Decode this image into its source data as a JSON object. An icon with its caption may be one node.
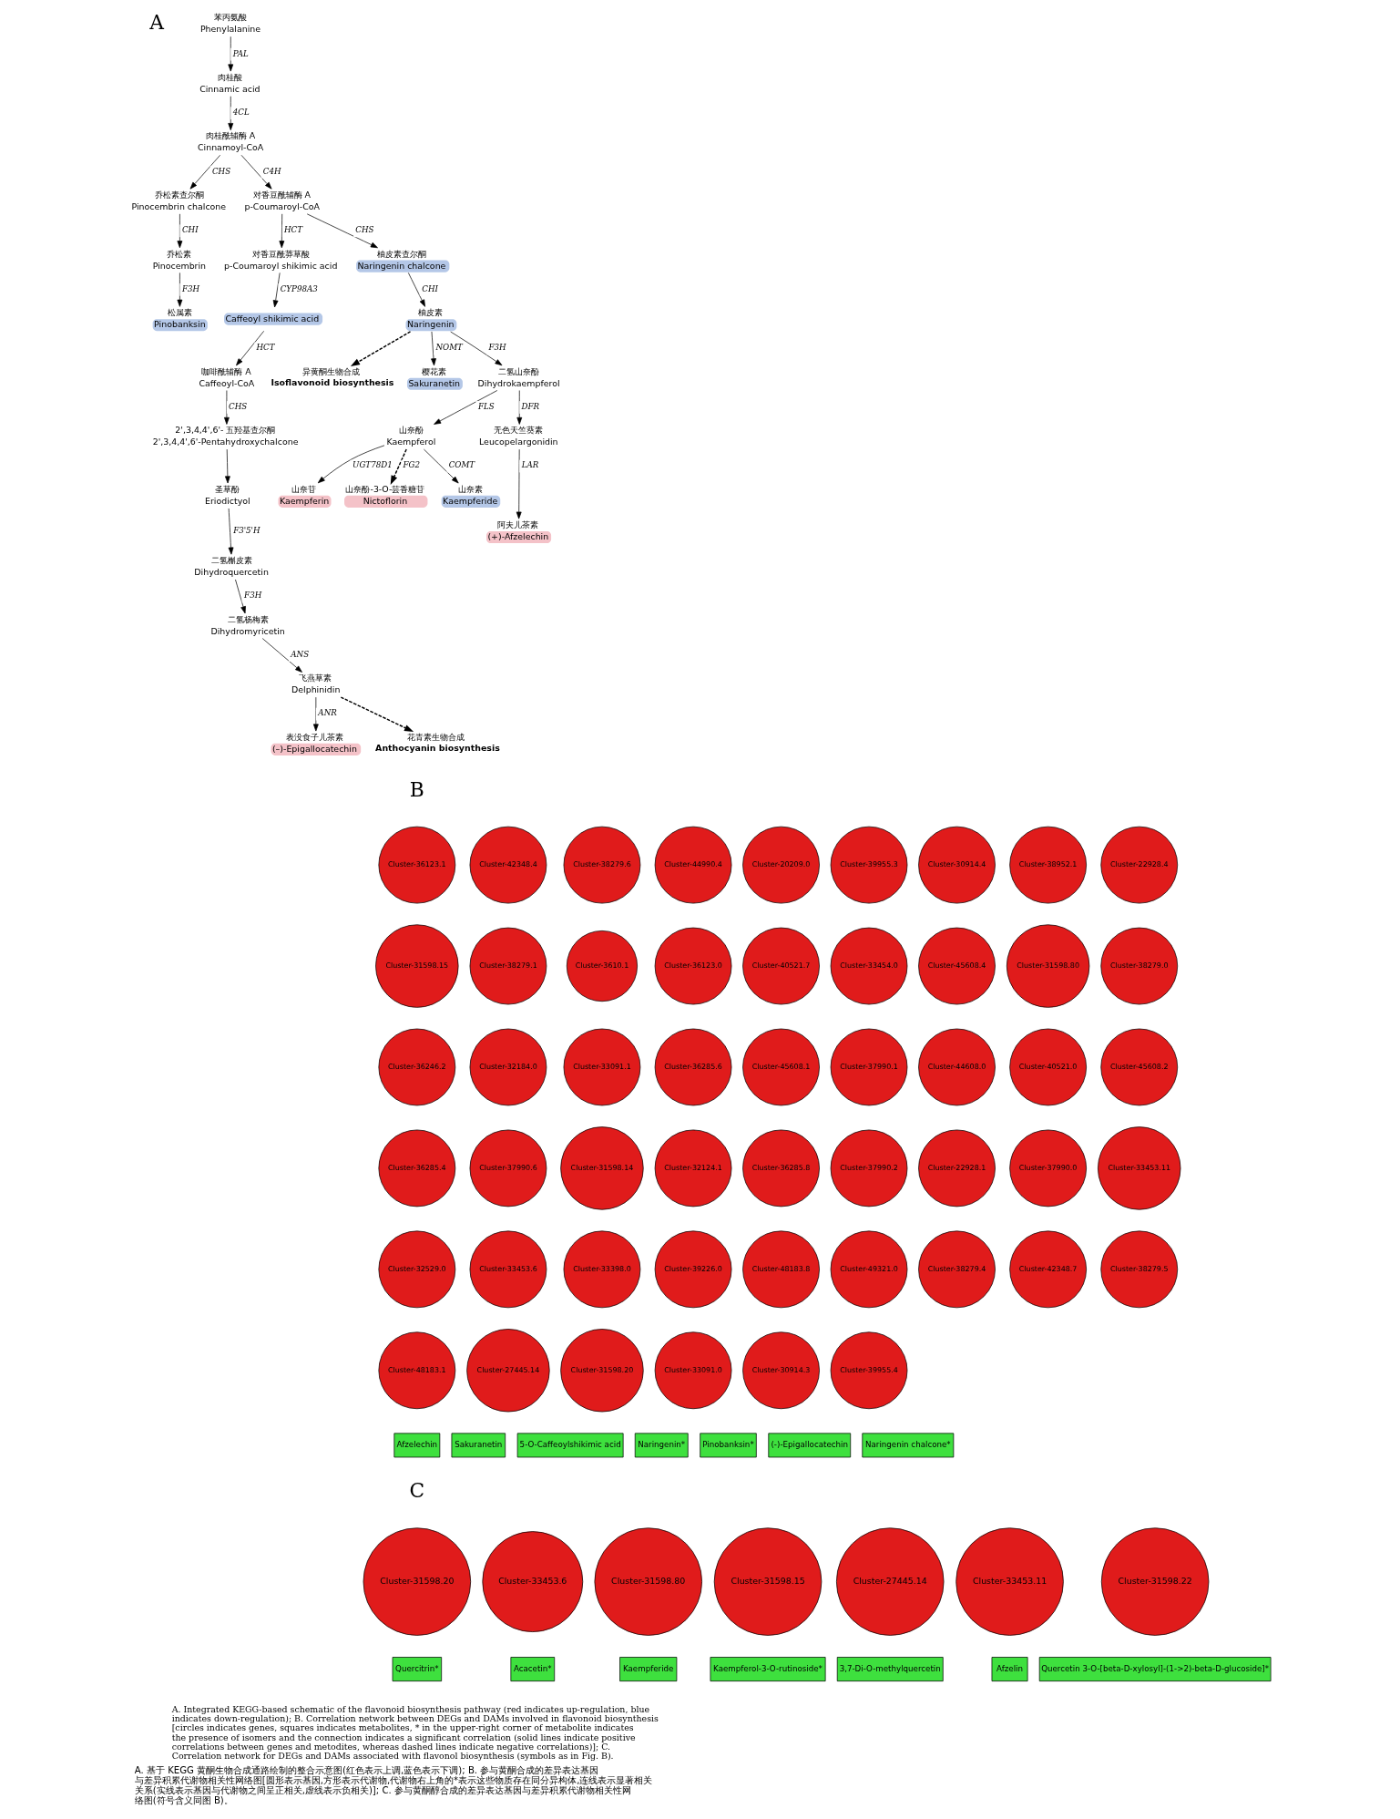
{
  "diagram": {
    "caption": "A. 基于 KEGG 黄酮生物合成通路绘制的整合示意图(红色表示上调,蓝色表示下调); B. 参与黄酮合成的差异表达基因与差异积累代谢物相关性网络图[圆形表示基因,方形表示代谢物,代谢物右上角的*表示这些物质存在同分异构体,连线表示显著相关关系(实线表示基因与代谢物之间呈正相关,虚线表示负相关)]; C. 参与黄酮醇合成的差异表达基因与差异积累代谢物相关性网络图(符号含义同图 B)。",
    "nodes": [
      {
        "text": [
          "苯丙氨酸",
          "Phenylalanine"
        ]
      },
      {
        "text": [
          "肉桂酸",
          "Cinnamic acid"
        ]
      },
      {
        "text": [
          "肉桂酰辅酶 A",
          "Cinnamoyl-CoA"
        ]
      },
      {
        "text": [
          "乔松素查尔酮",
          "Pinocembrin chalcone"
        ]
      },
      {
        "text": [
          "乔松素",
          "Pinocembrin"
        ]
      },
      {
        "text": [
          "松属素",
          "Pinobanksin"
        ]
      },
      {
        "text": [
          "对香豆酰辅酶 A",
          "p-Coumaroyl-CoA"
        ]
      },
      {
        "text": [
          "对香豆酰莽草酸",
          "p-Coumaroyl shikimic acid"
        ]
      },
      {
        "text": [
          "Caffeoyl shikimic acid"
        ]
      },
      {
        "text": [
          "咖啡酰辅酶 A",
          "Caffeoyl-CoA"
        ]
      },
      {
        "text": [
          "柚皮素查尔酮",
          "Naringenin chalcone"
        ]
      },
      {
        "text": [
          "2',3,4,4',6'- 五羟基查尔酮",
          "2',3,4,4',6'-Pentahydroxychalcone"
        ]
      },
      {
        "text": [
          "异黄酮生物合成",
          "Isoflavonoid biosynthesis"
        ]
      },
      {
        "text": [
          "柚皮素",
          "Naringenin"
        ]
      },
      {
        "text": [
          "樱花素",
          "Sakuranetin"
        ]
      },
      {
        "text": [
          "圣草酚",
          "Eriodictyol"
        ]
      },
      {
        "text": [
          "二氢山奈酚",
          "Dihydrokaempferol"
        ]
      },
      {
        "text": [
          "山奈酚",
          "Kaempferol"
        ]
      },
      {
        "text": [
          "山奈苷",
          "Kaempferin"
        ]
      },
      {
        "text": [
          "山奈酚-3-O-芸香糖苷",
          "Nictoflorin"
        ]
      },
      {
        "text": [
          "山奈素",
          "Kaempferide"
        ]
      },
      {
        "text": [
          "二氢槲皮素",
          "Dihydroquercetin"
        ]
      },
      {
        "text": [
          "无色天竺葵素",
          "Leucopelargonidin"
        ]
      },
      {
        "text": [
          "二氢杨梅素",
          "Dihydromyricetin"
        ]
      },
      {
        "text": [
          "阿夫儿茶素",
          "(+)-Afzelechin"
        ]
      },
      {
        "text": [
          "表没食子儿茶素",
          "(–)-Epigallocatechin"
        ]
      },
      {
        "text": [
          "飞燕草素",
          "Delphinidin"
        ]
      },
      {
        "text": [
          "花青素生物合成",
          "Anthocyanin biosynthesis"
        ]
      },
      {
        "text": [
          "Cluster-36123.1"
        ]
      },
      {
        "text": [
          "Cluster-42348.4"
        ]
      },
      {
        "text": [
          "Cluster-38279.6"
        ]
      },
      {
        "text": [
          "Cluster-44990.4"
        ]
      },
      {
        "text": [
          "Cluster-20209.0"
        ]
      },
      {
        "text": [
          "Cluster-39955.3"
        ]
      },
      {
        "text": [
          "Cluster-30914.4"
        ]
      },
      {
        "text": [
          "Cluster-38952.1"
        ]
      },
      {
        "text": [
          "Cluster-22928.4"
        ]
      },
      {
        "text": [
          "Cluster-31598.15"
        ]
      },
      {
        "text": [
          "Cluster-38279.1"
        ]
      },
      {
        "text": [
          "Cluster-3610.1"
        ]
      },
      {
        "text": [
          "Cluster-36123.0"
        ]
      },
      {
        "text": [
          "Cluster-40521.7"
        ]
      },
      {
        "text": [
          "Cluster-33454.0"
        ]
      },
      {
        "text": [
          "Cluster-45608.4"
        ]
      },
      {
        "text": [
          "Cluster-31598.80"
        ]
      },
      {
        "text": [
          "Cluster-38279.0"
        ]
      },
      {
        "text": [
          "Cluster-36246.2"
        ]
      },
      {
        "text": [
          "Cluster-32184.0"
        ]
      },
      {
        "text": [
          "Cluster-33091.1"
        ]
      },
      {
        "text": [
          "Cluster-36285.6"
        ]
      },
      {
        "text": [
          "Cluster-45608.1"
        ]
      },
      {
        "text": [
          "Cluster-37990.1"
        ]
      },
      {
        "text": [
          "Cluster-44608.0"
        ]
      },
      {
        "text": [
          "Cluster-40521.0"
        ]
      },
      {
        "text": [
          "Cluster-45608.2"
        ]
      },
      {
        "text": [
          "Cluster-36285.4"
        ]
      },
      {
        "text": [
          "Cluster-37990.6"
        ]
      },
      {
        "text": [
          "Cluster-31598.14"
        ]
      },
      {
        "text": [
          "Cluster-32124.1"
        ]
      },
      {
        "text": [
          "Cluster-36285.8"
        ]
      },
      {
        "text": [
          "Cluster-37990.2"
        ]
      },
      {
        "text": [
          "Cluster-22928.1"
        ]
      },
      {
        "text": [
          "Cluster-37990.0"
        ]
      },
      {
        "text": [
          "Cluster-33453.11"
        ]
      },
      {
        "text": [
          "Cluster-32529.0"
        ]
      },
      {
        "text": [
          "Cluster-33453.6"
        ]
      },
      {
        "text": [
          "Cluster-33398.0"
        ]
      },
      {
        "text": [
          "Cluster-39226.0"
        ]
      },
      {
        "text": [
          "Cluster-48183.8"
        ]
      },
      {
        "text": [
          "Cluster-49321.0"
        ]
      },
      {
        "text": [
          "Cluster-38279.4"
        ]
      },
      {
        "text": [
          "Cluster-42348.7"
        ]
      },
      {
        "text": [
          "Cluster-38279.5"
        ]
      },
      {
        "text": [
          "Cluster-48183.1"
        ]
      },
      {
        "text": [
          "Cluster-27445.14"
        ]
      },
      {
        "text": [
          "Cluster-31598.20"
        ]
      },
      {
        "text": [
          "Cluster-33091.0"
        ]
      },
      {
        "text": [
          "Cluster-30914.3"
        ]
      },
      {
        "text": [
          "Cluster-39955.4"
        ]
      },
      {
        "text": [
          "Afzelechin"
        ]
      },
      {
        "text": [
          "Sakuranetin"
        ]
      },
      {
        "text": [
          "5-O-Caffeoylshikimic acid"
        ]
      },
      {
        "text": [
          "Naringenin*"
        ]
      },
      {
        "text": [
          "Pinobanksin*"
        ]
      },
      {
        "text": [
          "(-)-Epigallocatechin"
        ]
      },
      {
        "text": [
          "Naringenin chalcone*"
        ]
      },
      {
        "text": [
          "Cluster-31598.20"
        ]
      },
      {
        "text": [
          "Cluster-33453.6"
        ]
      },
      {
        "text": [
          "Cluster-31598.80"
        ]
      },
      {
        "text": [
          "Cluster-31598.15"
        ]
      },
      {
        "text": [
          "Cluster-27445.14"
        ]
      },
      {
        "text": [
          "Cluster-33453.11"
        ]
      },
      {
        "text": [
          "Cluster-31598.22"
        ]
      },
      {
        "text": [
          "Quercitrin*"
        ]
      },
      {
        "text": [
          "Acacetin*"
        ]
      },
      {
        "text": [
          "Kaempferide"
        ]
      },
      {
        "text": [
          "Kaempferol-3-O-rutinoside*"
        ]
      },
      {
        "text": [
          "3,7-Di-O-methylquercetin"
        ]
      },
      {
        "text": [
          "Afzelin"
        ]
      },
      {
        "text": [
          "Quercetin 3-O-[beta-D-xylosyl]-(1->2)-beta-D-glucoside]*"
        ]
      }
    ],
    "edges": [
      {
        "from": 0,
        "to": 1,
        "arrow": "to",
        "label": "PAL"
      },
      {
        "from": 1,
        "to": 2,
        "arrow": "to",
        "label": "4CL"
      },
      {
        "from": 2,
        "to": 3,
        "arrow": "to",
        "label": "CHS"
      },
      {
        "from": 3,
        "to": 4,
        "arrow": "to",
        "label": "CHI"
      },
      {
        "from": 4,
        "to": 5,
        "arrow": "to",
        "label": "F3H"
      },
      {
        "from": 2,
        "to": 6,
        "arrow": "to",
        "label": "C4H"
      },
      {
        "from": 6,
        "to": 7,
        "arrow": "to",
        "label": "HCT"
      },
      {
        "from": 7,
        "to": 8,
        "arrow": "to",
        "label": "CYP98A3"
      },
      {
        "from": 8,
        "to": 9,
        "arrow": "to",
        "label": "HCT"
      },
      {
        "from": 6,
        "to": 10,
        "arrow": "to",
        "label": "CHS"
      },
      {
        "from": 9,
        "to": 11,
        "arrow": "to",
        "label": "CHS"
      },
      {
        "from": 10,
        "to": 13,
        "arrow": "to",
        "label": "CHI"
      },
      {
        "from": 13,
        "to": 12,
        "arrow": "to",
        "style": "dashed"
      },
      {
        "from": 13,
        "to": 14,
        "arrow": "to",
        "label": "NOMT"
      },
      {
        "from": 11,
        "to": 15,
        "arrow": "to"
      },
      {
        "from": 13,
        "to": 16,
        "arrow": "to",
        "label": "F3H"
      },
      {
        "from": 15,
        "to": 21,
        "arrow": "to",
        "label": "F3'5'H"
      },
      {
        "from": 16,
        "to": 17,
        "arrow": "to",
        "label": "FLS"
      },
      {
        "from": 17,
        "to": 18,
        "arrow": "to",
        "label": "UGT78D1"
      },
      {
        "from": 17,
        "to": 19,
        "arrow": "to",
        "label": "FG2",
        "style": "dashed"
      },
      {
        "from": 17,
        "to": 20,
        "arrow": "to",
        "label": "COMT"
      },
      {
        "from": 21,
        "to": 23,
        "arrow": "to",
        "label": "F3H"
      },
      {
        "from": 16,
        "to": 22,
        "arrow": "to",
        "label": "DFR"
      },
      {
        "from": 22,
        "to": 24,
        "arrow": "to",
        "label": "LAR"
      },
      {
        "from": 23,
        "to": 26,
        "arrow": "to",
        "label": "ANS"
      },
      {
        "from": 26,
        "to": 25,
        "arrow": "to",
        "label": "ANR"
      },
      {
        "from": 26,
        "to": 27,
        "arrow": "to",
        "style": "dashed"
      }
    ],
    "labels": [
      "A",
      "B",
      "C",
      "A. Integrated KEGG-based schematic of the flavonoid biosynthesis pathway (red indicates up-regulation, blue indicates down-regulation); B. Correlation network between DEGs and DAMs involved in flavonoid biosynthesis [circles indicates genes, squares indicates metabolites, * in the upper-right corner of metabolite indicates the presence of isomers and the connection indicates a significant correlation (solid lines indicate positive correlations between genes and metodites, whereas dashed lines indicate negative correlations)]; C. Correlation network for DEGs and DAMs associated with flavonol biosynthesis (symbols as in Fig. B)."
    ]
  }
}
